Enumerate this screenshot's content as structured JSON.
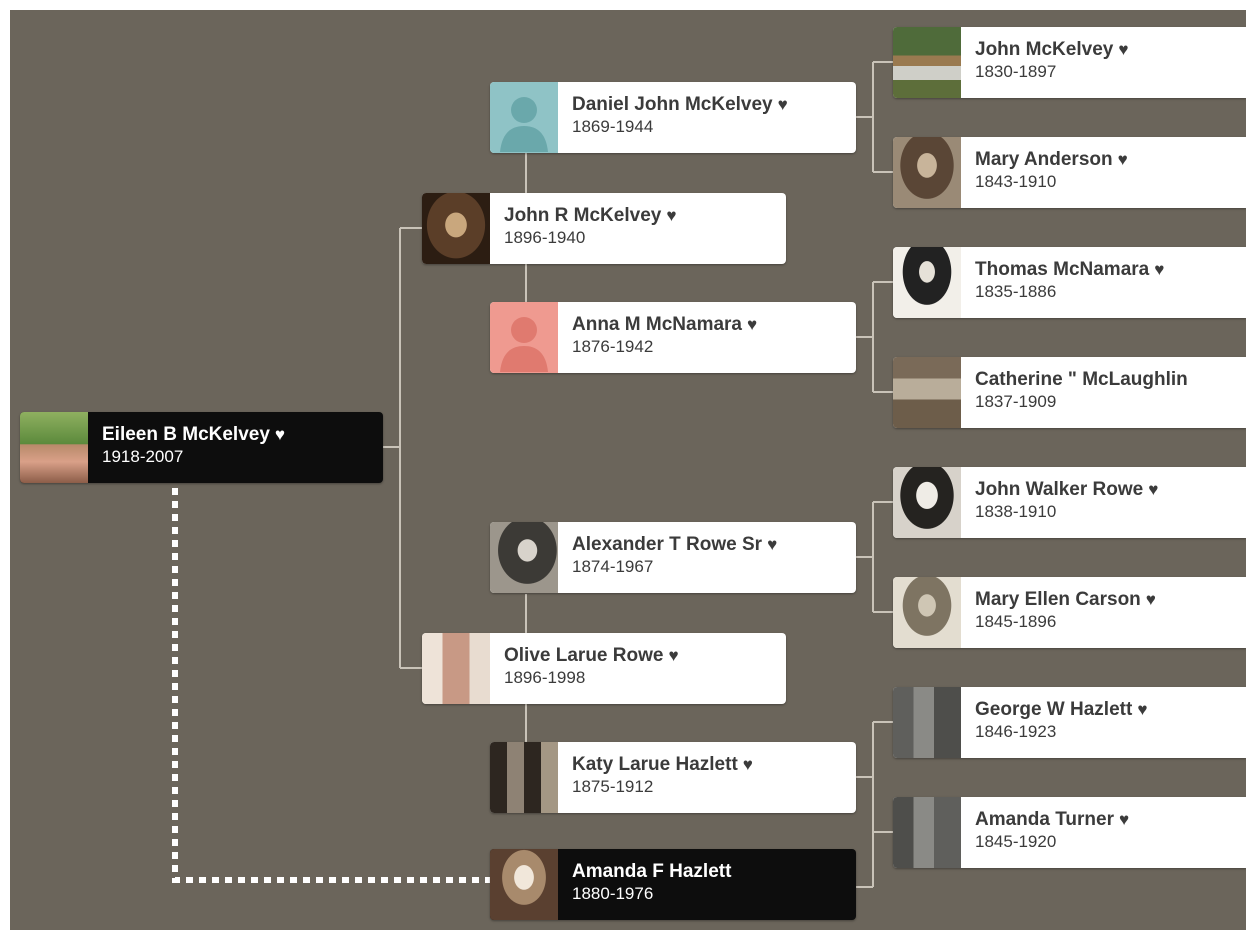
{
  "people": {
    "eileen": {
      "name": "Eileen B McKelvey",
      "years": "1918-2007",
      "heart": "♥"
    },
    "john_r": {
      "name": "John R McKelvey",
      "years": "1896-1940",
      "heart": "♥"
    },
    "olive": {
      "name": "Olive Larue Rowe",
      "years": "1896-1998",
      "heart": "♥"
    },
    "daniel": {
      "name": "Daniel John McKelvey",
      "years": "1869-1944",
      "heart": "♥"
    },
    "anna": {
      "name": "Anna M McNamara",
      "years": "1876-1942",
      "heart": "♥"
    },
    "alexander": {
      "name": "Alexander T Rowe Sr",
      "years": "1874-1967",
      "heart": "♥"
    },
    "katy": {
      "name": "Katy Larue Hazlett",
      "years": "1875-1912",
      "heart": "♥"
    },
    "amanda_f": {
      "name": "Amanda F Hazlett",
      "years": "1880-1976",
      "heart": ""
    },
    "john_mck": {
      "name": "John McKelvey",
      "years": "1830-1897",
      "heart": "♥"
    },
    "mary_a": {
      "name": "Mary Anderson",
      "years": "1843-1910",
      "heart": "♥"
    },
    "thomas": {
      "name": "Thomas McNamara",
      "years": "1835-1886",
      "heart": "♥"
    },
    "catherine": {
      "name": "Catherine \" McLaughlin",
      "years": "1837-1909",
      "heart": ""
    },
    "john_w": {
      "name": "John Walker Rowe",
      "years": "1838-1910",
      "heart": "♥"
    },
    "mary_e": {
      "name": "Mary Ellen Carson",
      "years": "1845-1896",
      "heart": "♥"
    },
    "george": {
      "name": "George W Hazlett",
      "years": "1846-1923",
      "heart": "♥"
    },
    "amanda_t": {
      "name": "Amanda Turner",
      "years": "1845-1920",
      "heart": "♥"
    }
  },
  "colors": {
    "background": "#6b655b",
    "card": "#ffffff",
    "card_highlight": "#0d0d0d",
    "connector": "#c9c3b8",
    "silhouette_male": "#8fc3c6",
    "silhouette_female": "#ef9a90"
  }
}
